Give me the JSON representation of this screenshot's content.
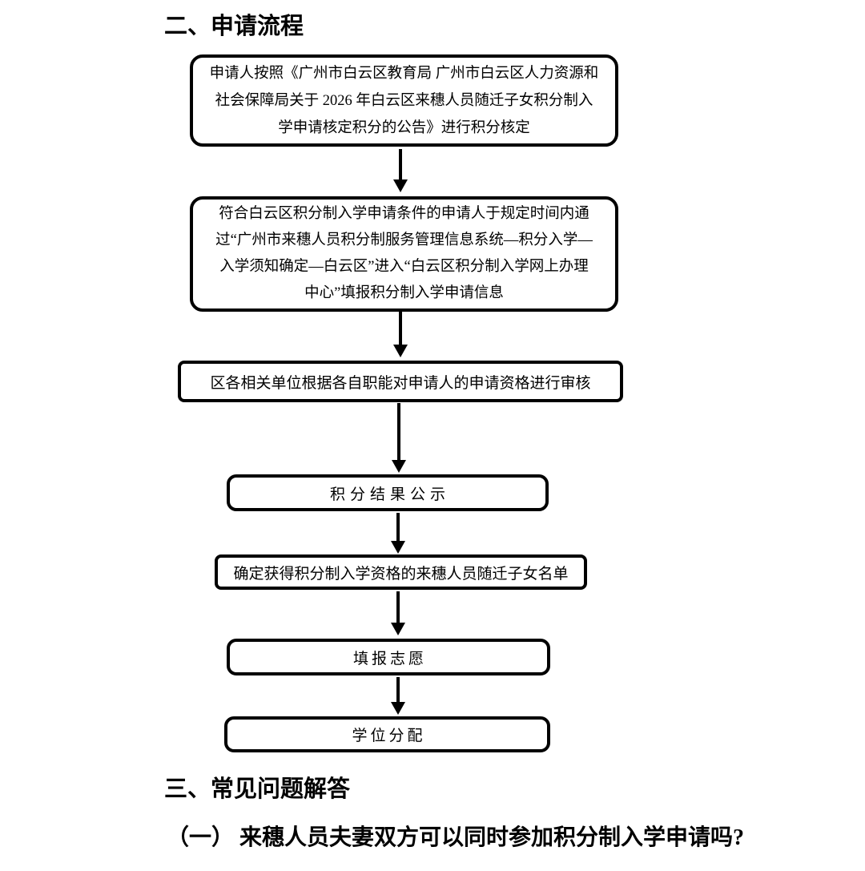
{
  "document": {
    "background_color": "#ffffff",
    "ink_color": "#000000"
  },
  "flow_section": {
    "heading": "二、申请流程",
    "boxes": [
      {
        "name": "points-verification",
        "lines": [
          "申请人按照《广州市白云区教育局 广州市白云区人力资源和",
          "社会保障局关于 2026 年白云区来穗人员随迁子女积分制入",
          "学申请核定积分的公告》进行积分核定"
        ]
      },
      {
        "name": "online-application",
        "lines": [
          "符合白云区积分制入学申请条件的申请人于规定时间内通",
          "过“广州市来穗人员积分制服务管理信息系统—积分入学—",
          "入学须知确定—白云区”进入“白云区积分制入学网上办理",
          "中心”填报积分制入学申请信息"
        ]
      },
      {
        "name": "qualification-review",
        "lines": [
          "区各相关单位根据各自职能对申请人的申请资格进行审核"
        ]
      },
      {
        "name": "points-result-publicity",
        "lines": [
          "积分结果公示"
        ]
      },
      {
        "name": "qualified-children-list",
        "lines": [
          "确定获得积分制入学资格的来穗人员随迁子女名单"
        ]
      },
      {
        "name": "fill-in-preferences",
        "lines": [
          "填报志愿"
        ]
      },
      {
        "name": "school-place-allocation",
        "lines": [
          "学位分配"
        ]
      }
    ]
  },
  "faq_section": {
    "heading": "三、常见问题解答",
    "question": "（一） 来穗人员夫妻双方可以同时参加积分制入学申请吗?"
  }
}
